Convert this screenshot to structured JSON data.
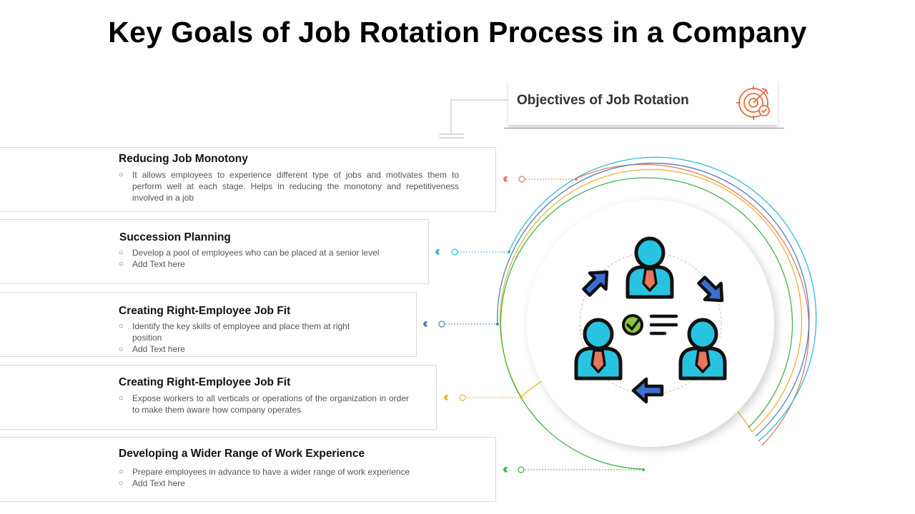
{
  "page": {
    "title": "Key Goals of Job Rotation Process in a Company"
  },
  "objectives": {
    "label": "Objectives of Job Rotation",
    "icon": "target-icon"
  },
  "goals": [
    {
      "title": "Reducing Job Monotony",
      "color": "#e8765a",
      "bullets": [
        "It allows employees to experience different type of jobs and motivates them to perform well at each stage. Helps in reducing the monotony and repetitiveness involved  in a job"
      ]
    },
    {
      "title": "Succession Planning",
      "color": "#31b9e0",
      "bullets": [
        "Develop  a pool of employees who can be placed at a senior level",
        "Add Text here"
      ]
    },
    {
      "title": "Creating Right-Employee Job Fit",
      "color": "#4a7fc0",
      "bullets": [
        "Identify the key skills of employee and place them at right position",
        "Add Text here"
      ]
    },
    {
      "title": "Creating Right-Employee Job Fit",
      "color": "#f2b233",
      "bullets": [
        "Expose workers to all verticals or operations of the organization in order to make them aware how company operates"
      ]
    },
    {
      "title": "Developing a Wider Range of Work Experience",
      "color": "#3fb54a",
      "bullets": [
        "Prepare employees in advance to have a wider range of work experience",
        "Add Text here"
      ]
    }
  ],
  "center": {
    "icon": "job-rotation-team-icon"
  }
}
